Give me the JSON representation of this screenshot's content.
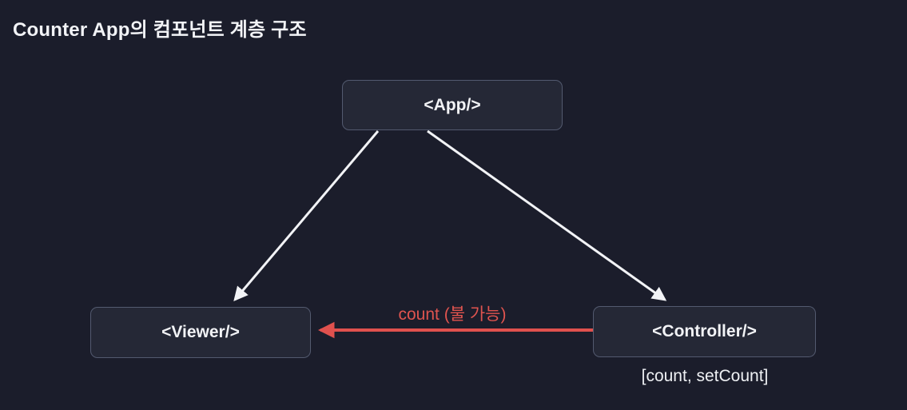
{
  "title": "Counter App의 컴포넌트 계층 구조",
  "diagram": {
    "nodes": {
      "app": {
        "label": "<App/>"
      },
      "viewer": {
        "label": "<Viewer/>"
      },
      "controller": {
        "label": "<Controller/>",
        "state_label": "[count, setCount]"
      }
    },
    "edges": [
      {
        "from": "App",
        "to": "Viewer",
        "style": "white-arrow",
        "label": ""
      },
      {
        "from": "App",
        "to": "Controller",
        "style": "white-arrow",
        "label": ""
      },
      {
        "from": "Controller",
        "to": "Viewer",
        "style": "red-arrow",
        "label": "count (불 가능)"
      }
    ]
  },
  "colors": {
    "background": "#1b1d2b",
    "node_fill": "#252836",
    "node_border": "#535a6f",
    "text": "#f2f3f6",
    "red_accent": "#e0544f"
  }
}
